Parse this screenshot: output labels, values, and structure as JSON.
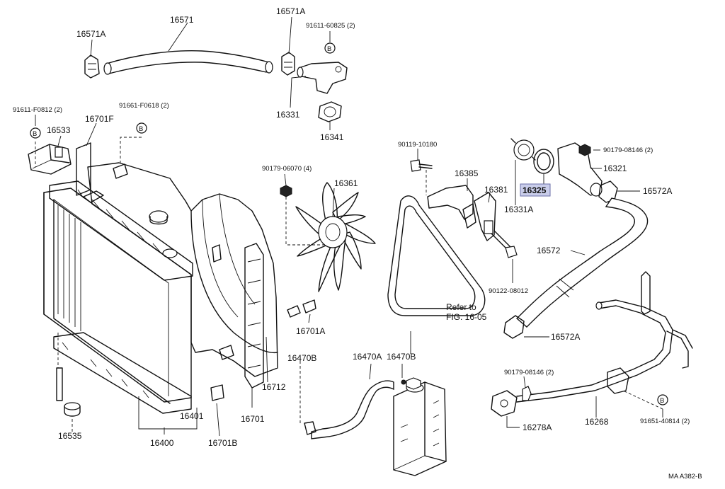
{
  "diagram": {
    "footer_code": "MA  A382-B",
    "figure_ref_line1": "Refer to",
    "figure_ref_line2": "FIG. 16-05",
    "bolt_symbol": "B",
    "labels": {
      "p16571": "16571",
      "p16571A_left": "16571A",
      "p16571A_top": "16571A",
      "b91611_60825": "91611-60825 (2)",
      "p16331": "16331",
      "p16341": "16341",
      "b91611_F0812": "91611-F0812 (2)",
      "b91661_F0618": "91661-F0618 (2)",
      "p16533": "16533",
      "p16701F": "16701F",
      "b90179_06070": "90179-06070 (4)",
      "p16361": "16361",
      "b90119_10180": "90119-10180",
      "p16385": "16385",
      "p16381": "16381",
      "b90122_08012": "90122-08012",
      "p16331A": "16331A",
      "p16325": "16325",
      "b90179_08146_top": "90179-08146 (2)",
      "p16321": "16321",
      "p16572A_top": "16572A",
      "p16572": "16572",
      "p16572A_bottom": "16572A",
      "p16701A": "16701A",
      "p16470B_left": "16470B",
      "p16470A": "16470A",
      "p16470B_right": "16470B",
      "p16712": "16712",
      "p16401": "16401",
      "p16400": "16400",
      "p16535": "16535",
      "p16701B": "16701B",
      "p16701": "16701",
      "b90179_08146_bottom": "90179-08146 (2)",
      "p16278A": "16278A",
      "p16268": "16268",
      "b91651_40814": "91651-40814 (2)"
    },
    "highlight_color": "#c9cdea"
  }
}
